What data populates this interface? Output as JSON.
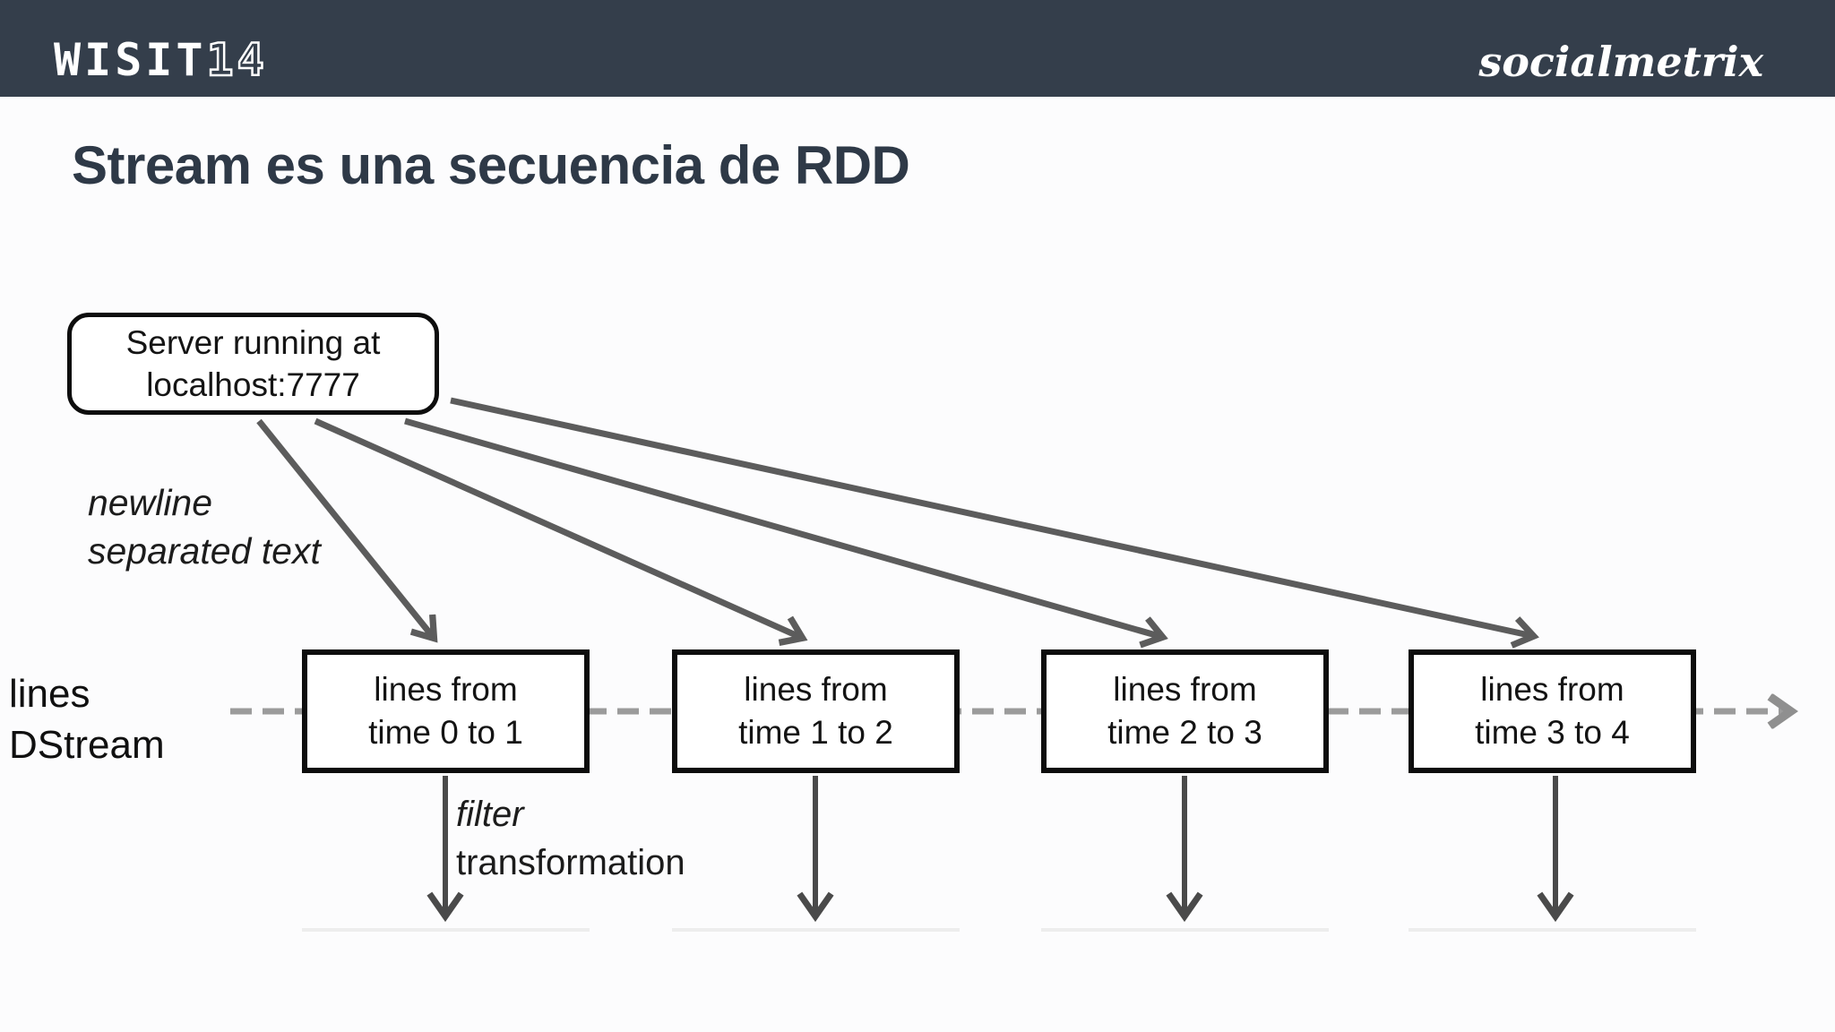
{
  "header": {
    "logo_primary": "WISIT",
    "logo_suffix": "14",
    "logo_right": "socialmetrix",
    "bg_color": "#343e4b"
  },
  "title": "Stream es una secuencia de RDD",
  "diagram": {
    "server_box": {
      "line1": "Server running at",
      "line2": "localhost:7777"
    },
    "input_annotation": {
      "line1": "newline",
      "line2": "separated text"
    },
    "stream_label": {
      "line1": "lines",
      "line2": "DStream"
    },
    "boxes": [
      {
        "line1": "lines from",
        "line2": "time 0 to 1"
      },
      {
        "line1": "lines from",
        "line2": "time 1 to 2"
      },
      {
        "line1": "lines from",
        "line2": "time 2 to 3"
      },
      {
        "line1": "lines from",
        "line2": "time 3 to 4"
      }
    ],
    "transform_annotation": {
      "line1": "filter",
      "line2": "transformation"
    },
    "colors": {
      "fan_arrow": "#5c5c5c",
      "down_arrow": "#4a4a4a",
      "dashed_timeline": "#9b9b9b",
      "box_border": "#0d0d0d"
    }
  }
}
